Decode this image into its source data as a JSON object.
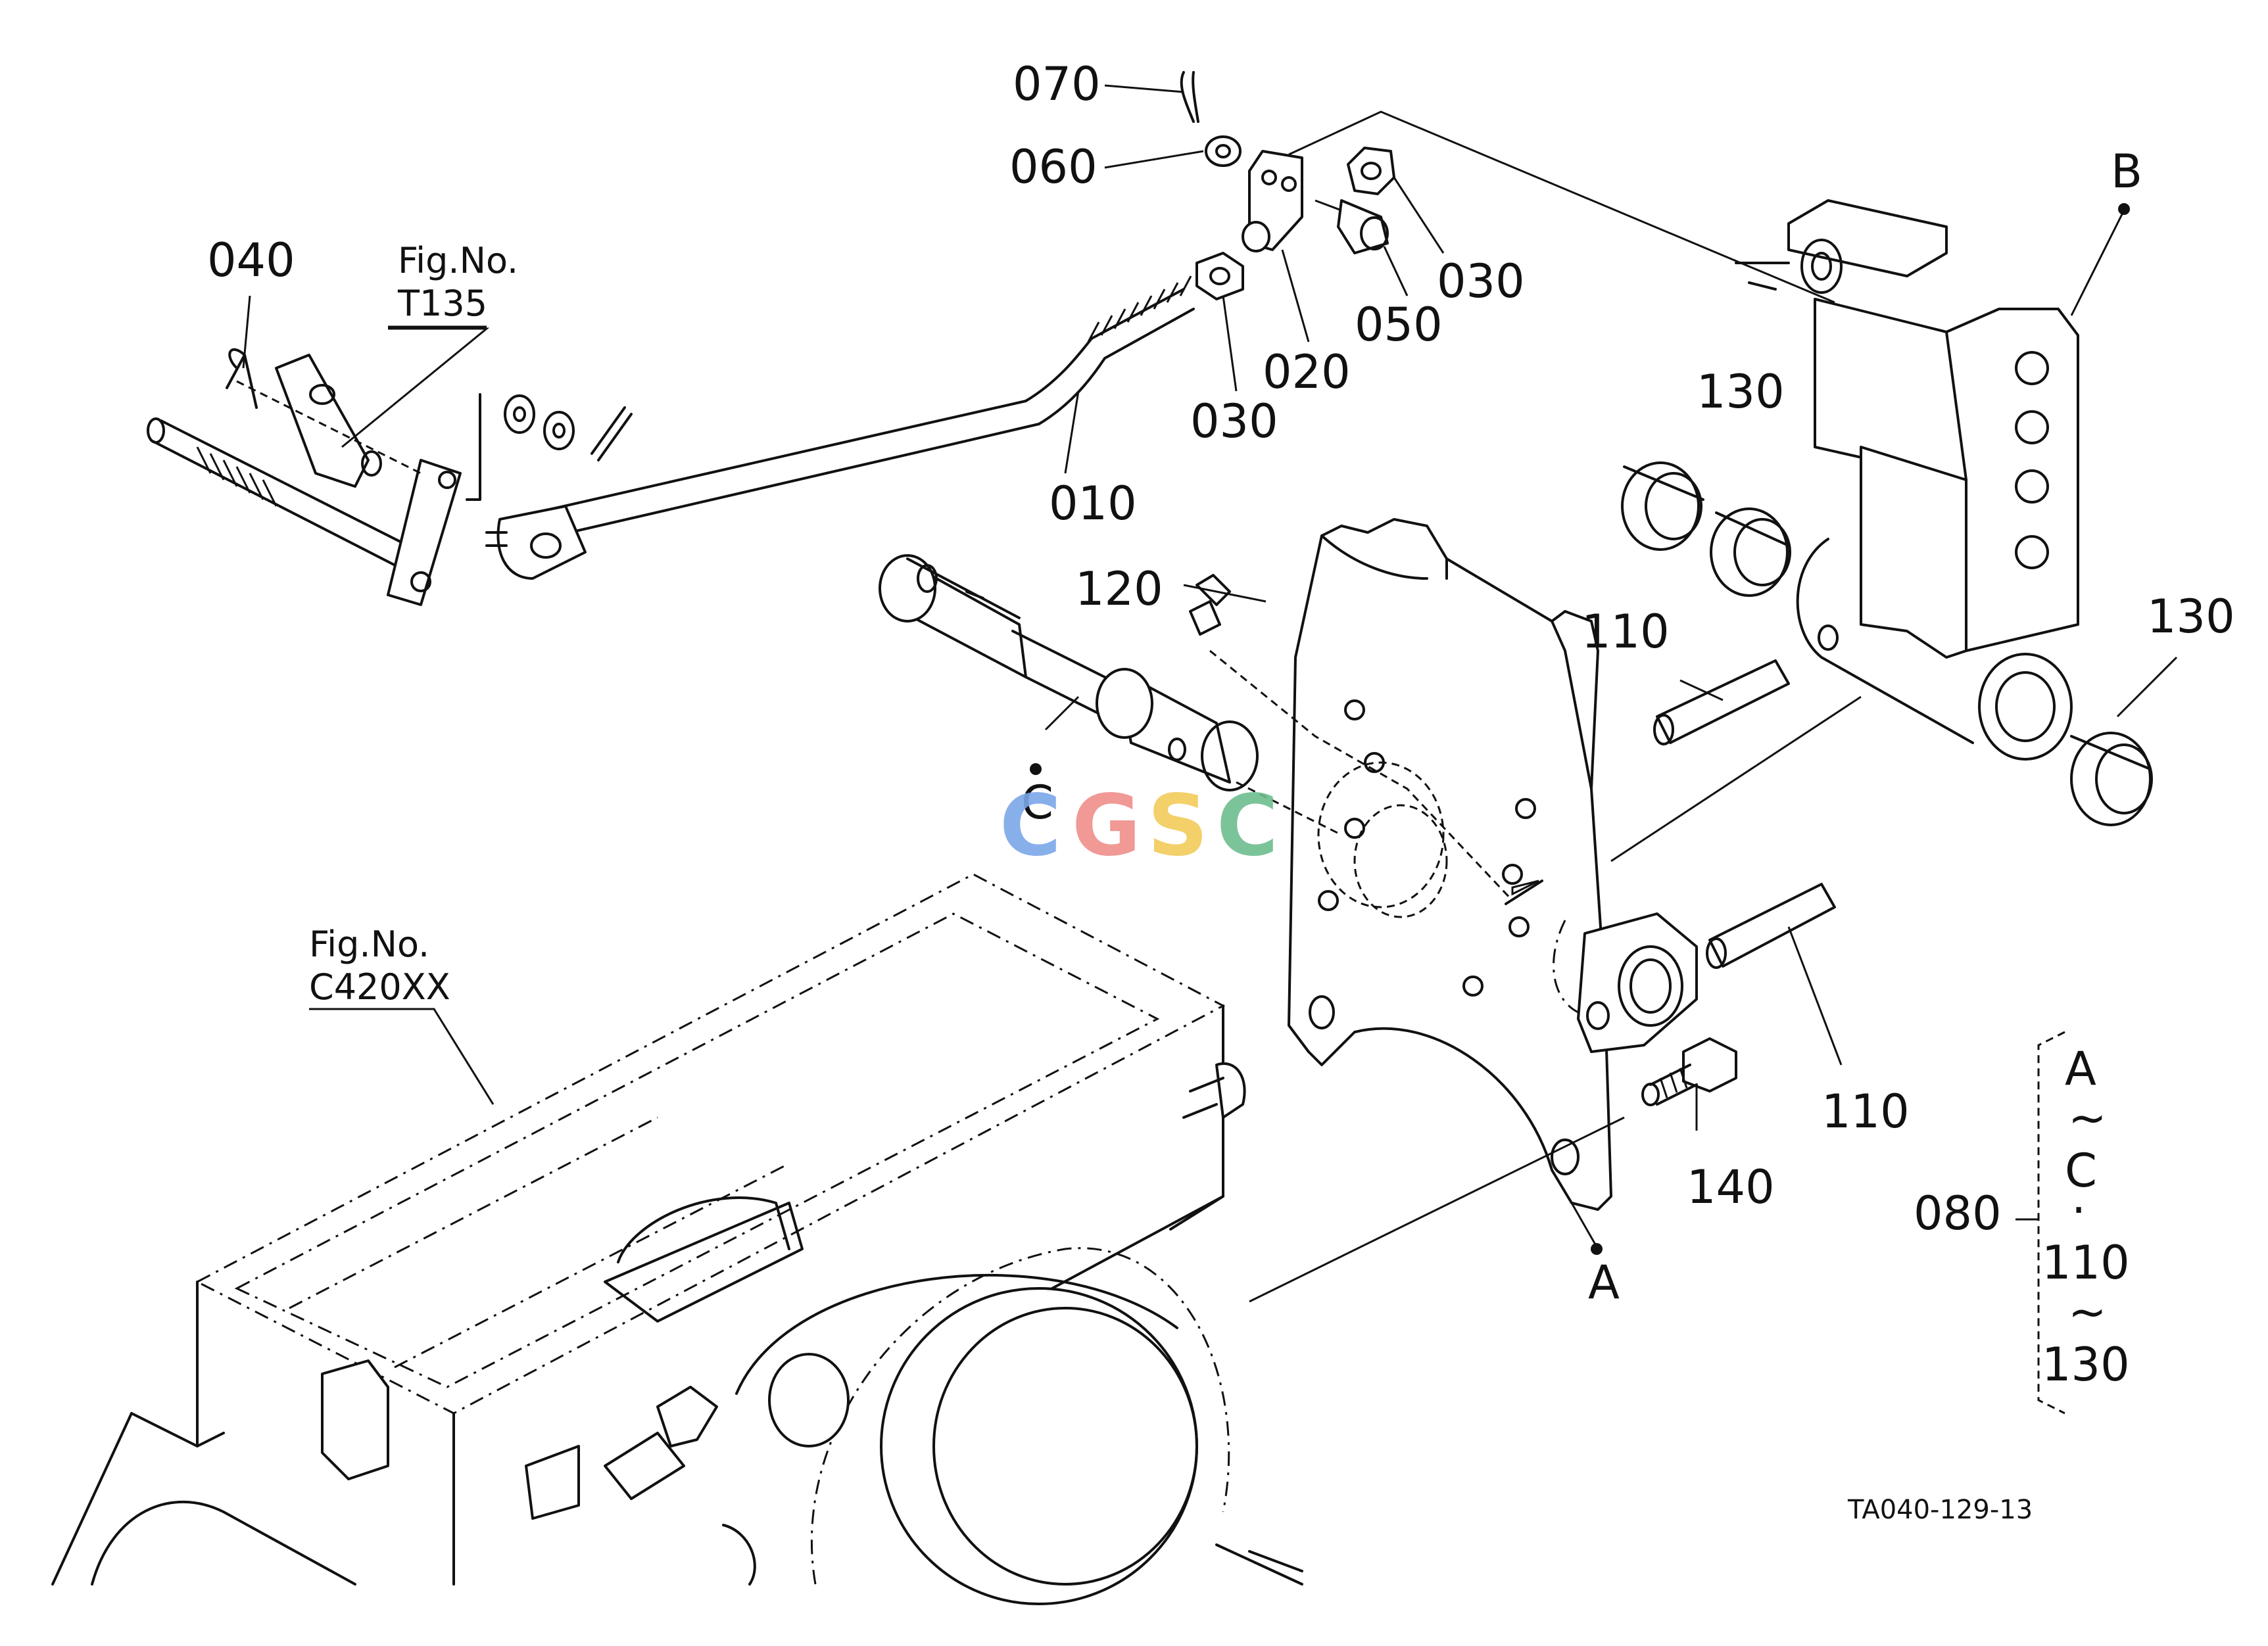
{
  "diagram": {
    "callouts": {
      "c010": "010",
      "c020": "020",
      "c030_top": "030",
      "c030_mid": "030",
      "c040": "040",
      "c050": "050",
      "c060": "060",
      "c070": "070",
      "c110_upper": "110",
      "c110_lower": "110",
      "c120": "120",
      "c130_upper": "130",
      "c130_right": "130",
      "c140": "140"
    },
    "point_labels": {
      "a": "A",
      "b": "B",
      "c": "C"
    },
    "references": {
      "ref1_title": "Fig.No.",
      "ref1_code": "T135",
      "ref2_title": "Fig.No.",
      "ref2_code": "C420XX"
    },
    "assembly_group": {
      "number": "080",
      "range_start": "A",
      "tilde1": "~",
      "range_end": "C",
      "separator": "·",
      "range2_start": "110",
      "tilde2": "~",
      "range2_end": "130"
    },
    "drawing_code": "TA040-129-13",
    "watermark": {
      "letters": [
        "C",
        "G",
        "S",
        "C"
      ],
      "colors": [
        "#7ba7e8",
        "#ef8f8a",
        "#f2cc5a",
        "#6dbe8e"
      ]
    }
  }
}
